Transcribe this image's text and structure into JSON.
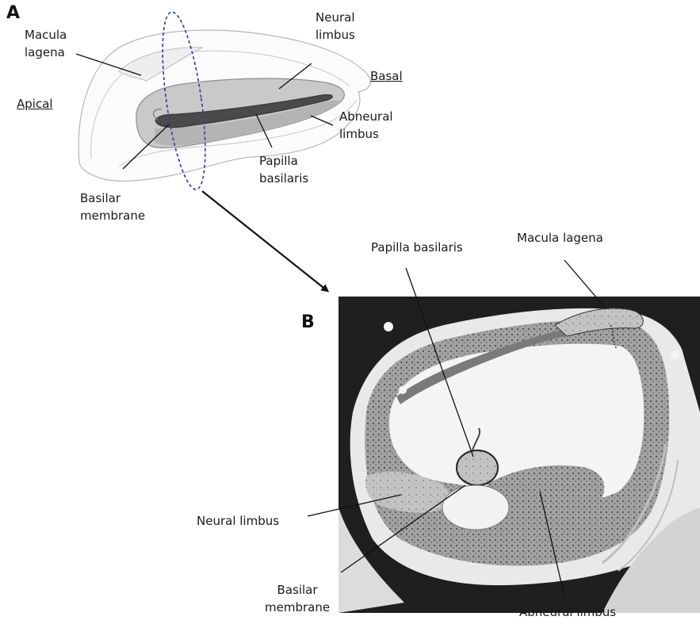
{
  "panels": {
    "a": "A",
    "b": "B"
  },
  "panel_a": {
    "macula_lagena": [
      "Macula",
      "lagena"
    ],
    "neural_limbus": [
      "Neural",
      "limbus"
    ],
    "basal": "Basal",
    "apical": "Apical",
    "abneural_limbus": [
      "Abneural",
      "limbus"
    ],
    "papilla_basilaris": [
      "Papilla",
      "basilaris"
    ],
    "basilar_membrane": [
      "Basilar",
      "membrane"
    ]
  },
  "panel_b": {
    "papilla_basilaris": "Papilla basilaris",
    "macula_lagena": "Macula lagena",
    "neural_limbus": "Neural limbus",
    "basilar_membrane": [
      "Basilar",
      "membrane"
    ],
    "abneural_limbus": "Abneural limbus"
  },
  "colors": {
    "section_outline": "#2b3f9e",
    "stain_dark": "#1c1c1c",
    "tissue": "#9a9a9a"
  }
}
